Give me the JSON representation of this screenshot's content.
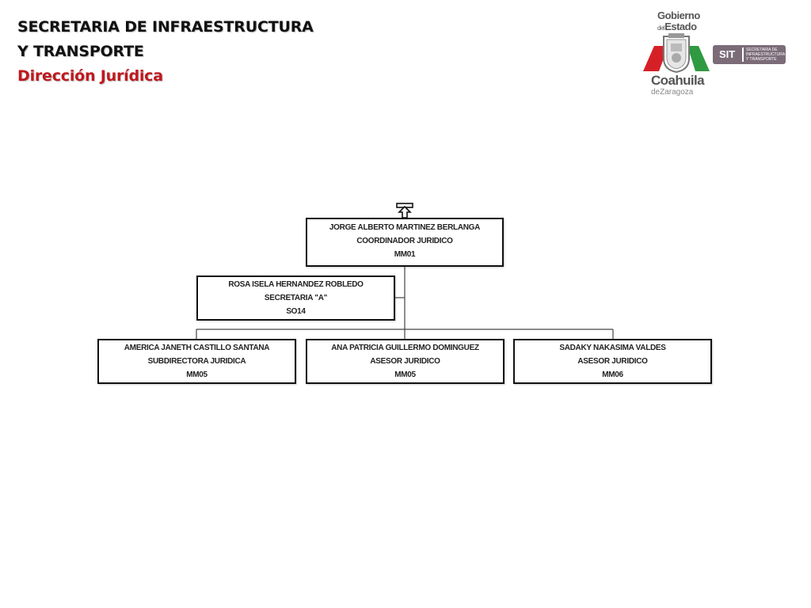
{
  "header": {
    "title_line_1": "SECRETARIA DE INFRAESTRUCTURA",
    "title_line_2": "Y TRANSPORTE",
    "subtitle": "Dirección Jurídica",
    "subtitle_color": "#c0181e"
  },
  "logo": {
    "gobierno": "Gobierno",
    "del": "del",
    "estado": "Estado",
    "state": "Coahuila",
    "de": "de",
    "zaragoza": "Zaragoza",
    "agency_abbr": "SIT",
    "agency_name_1": "SECRETARIA DE",
    "agency_name_2": "INFRAESTRUCTURA",
    "agency_name_3": "Y TRANSPORTE",
    "colors": {
      "red": "#d62027",
      "green": "#2f9a42",
      "gray": "#7b6c78"
    }
  },
  "org_chart": {
    "icon": "up-arrow-icon",
    "coordinator": {
      "name": "JORGE ALBERTO MARTINEZ BERLANGA",
      "position": "COORDINADOR JURIDICO",
      "code": "MM01"
    },
    "secretary": {
      "name": "ROSA ISELA HERNANDEZ ROBLEDO",
      "position": "SECRETARIA  \"A\"",
      "code": "SO14"
    },
    "subordinates": [
      {
        "name": "AMERICA JANETH CASTILLO SANTANA",
        "position": "SUBDIRECTORA JURIDICA",
        "code": "MM05"
      },
      {
        "name": "ANA PATRICIA GUILLERMO DOMINGUEZ",
        "position": "ASESOR JURIDICO",
        "code": "MM05"
      },
      {
        "name": "SADAKY NAKASIMA VALDES",
        "position": "ASESOR JURIDICO",
        "code": "MM06"
      }
    ]
  }
}
